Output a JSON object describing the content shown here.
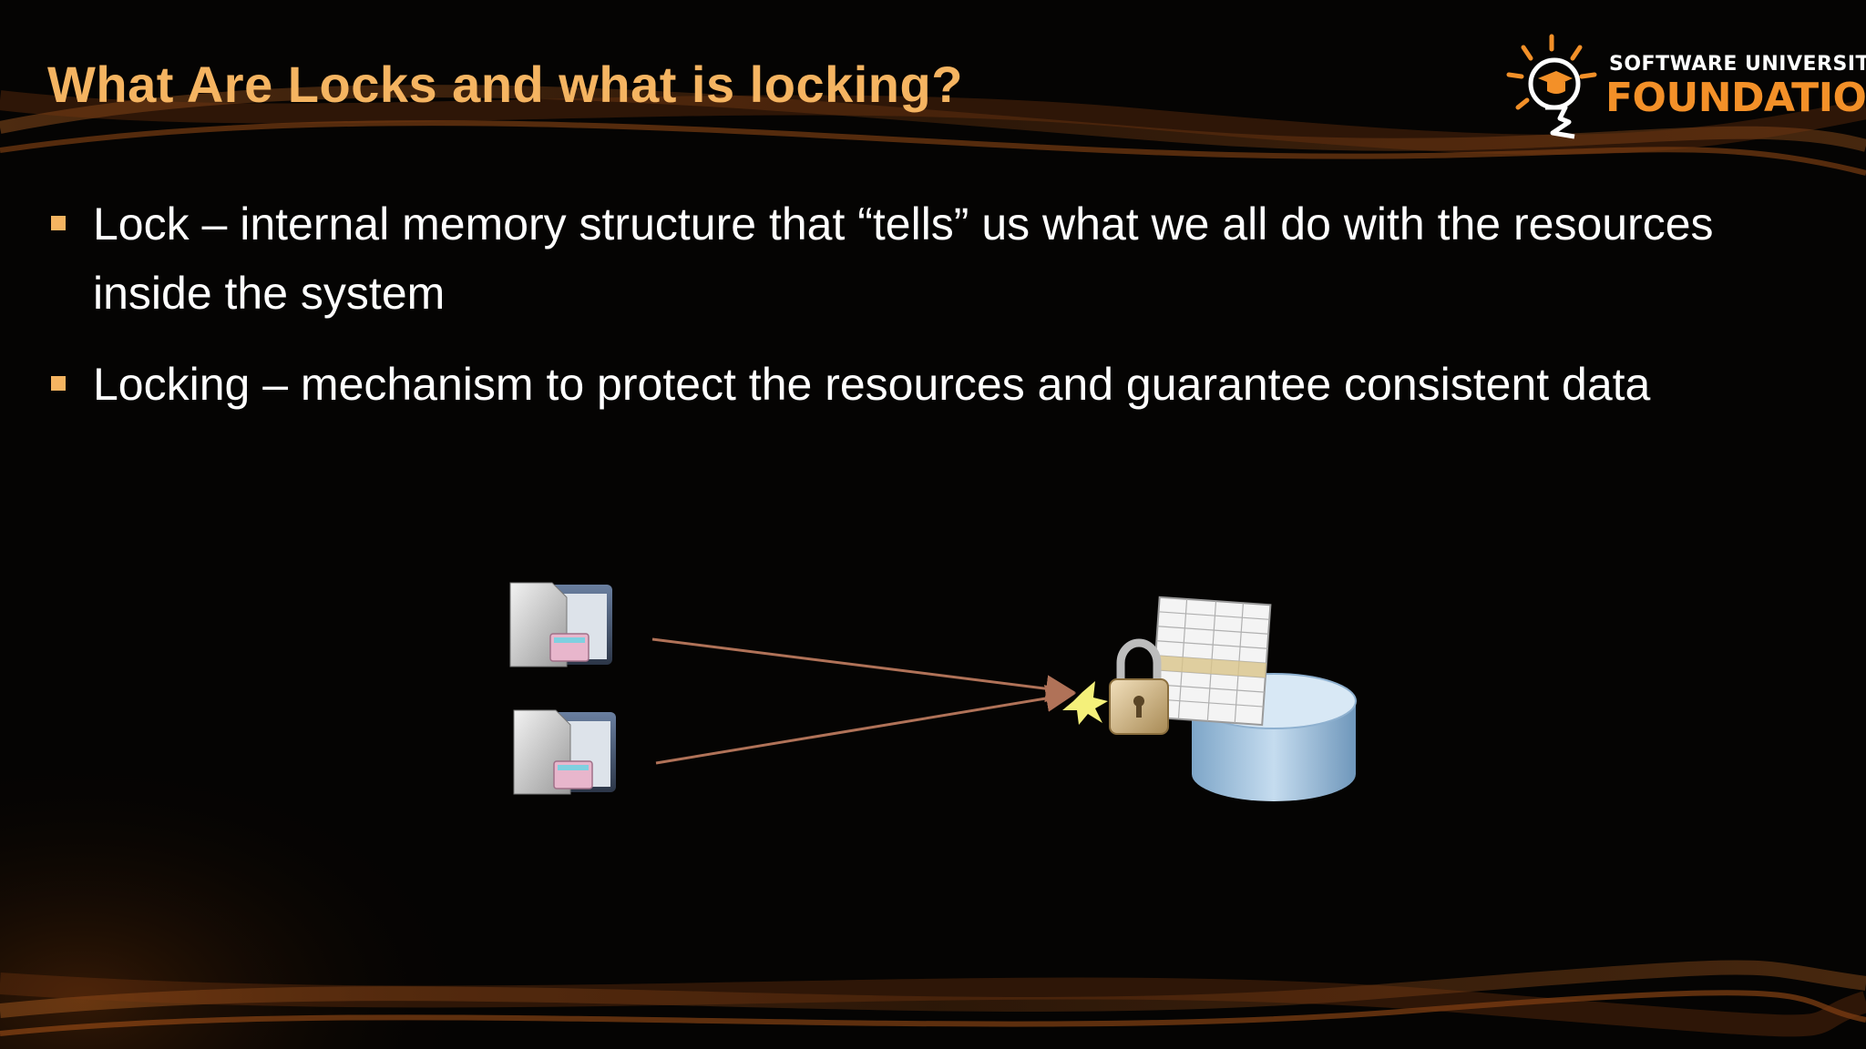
{
  "slide": {
    "title": "What Are Locks and what is locking?",
    "bullets": [
      {
        "text": "Lock – internal memory structure that “tells” us what we all do with the resources inside the system"
      },
      {
        "text": "Locking – mechanism to protect the resources and guarantee consistent data"
      }
    ]
  },
  "logo": {
    "line1": "SOFTWARE UNIVERSITY",
    "line2": "FOUNDATION",
    "icon": "lightbulb-graduation-cap-icon"
  },
  "diagram": {
    "icons": [
      "application-window-icon",
      "application-window-icon",
      "padlock-icon",
      "database-icon",
      "data-table-icon"
    ]
  },
  "colors": {
    "accent": "#f5b461",
    "logo_orange": "#f39028",
    "background": "#050403",
    "text": "#ffffff",
    "arrow": "#b07258"
  }
}
